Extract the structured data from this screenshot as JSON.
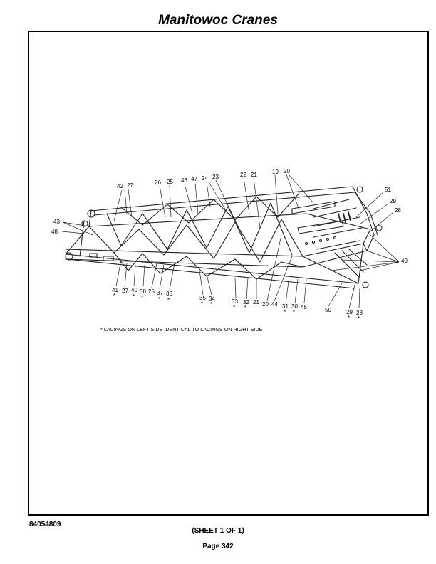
{
  "header": {
    "title": "Manitowoc Cranes"
  },
  "diagram": {
    "callouts": [
      {
        "id": "c42a",
        "text": "42"
      },
      {
        "id": "c27a",
        "text": "27"
      },
      {
        "id": "c26a",
        "text": "26"
      },
      {
        "id": "c25a",
        "text": "25"
      },
      {
        "id": "c46",
        "text": "46"
      },
      {
        "id": "c47",
        "text": "47"
      },
      {
        "id": "c24",
        "text": "24"
      },
      {
        "id": "c23",
        "text": "23"
      },
      {
        "id": "c22",
        "text": "22"
      },
      {
        "id": "c21a",
        "text": "21"
      },
      {
        "id": "c19",
        "text": "19"
      },
      {
        "id": "c20a",
        "text": "20"
      },
      {
        "id": "c51",
        "text": "51"
      },
      {
        "id": "c29a",
        "text": "29"
      },
      {
        "id": "c28a",
        "text": "28"
      },
      {
        "id": "c43",
        "text": "43"
      },
      {
        "id": "c48",
        "text": "48"
      },
      {
        "id": "c49",
        "text": "49"
      },
      {
        "id": "c41",
        "text": "41"
      },
      {
        "id": "c27b",
        "text": "27"
      },
      {
        "id": "c40",
        "text": "40"
      },
      {
        "id": "c38",
        "text": "38"
      },
      {
        "id": "c25b",
        "text": "25"
      },
      {
        "id": "c37",
        "text": "37"
      },
      {
        "id": "c36",
        "text": "36"
      },
      {
        "id": "c35",
        "text": "35"
      },
      {
        "id": "c34",
        "text": "34"
      },
      {
        "id": "c33",
        "text": "33"
      },
      {
        "id": "c32",
        "text": "32"
      },
      {
        "id": "c21b",
        "text": "21"
      },
      {
        "id": "c20b",
        "text": "20"
      },
      {
        "id": "c44",
        "text": "44"
      },
      {
        "id": "c31",
        "text": "31"
      },
      {
        "id": "c30",
        "text": "30"
      },
      {
        "id": "c45",
        "text": "45"
      },
      {
        "id": "c50",
        "text": "50"
      },
      {
        "id": "c29b",
        "text": "29"
      },
      {
        "id": "c28b",
        "text": "28"
      }
    ],
    "asterisk": "*",
    "note": "* LACINGS ON LEFT SIDE IDENTICAL TO LACINGS ON RIGHT SIDE"
  },
  "footer": {
    "doc_number": "84054809",
    "sheet": "(SHEET 1 OF 1)",
    "page": "Page 342"
  }
}
